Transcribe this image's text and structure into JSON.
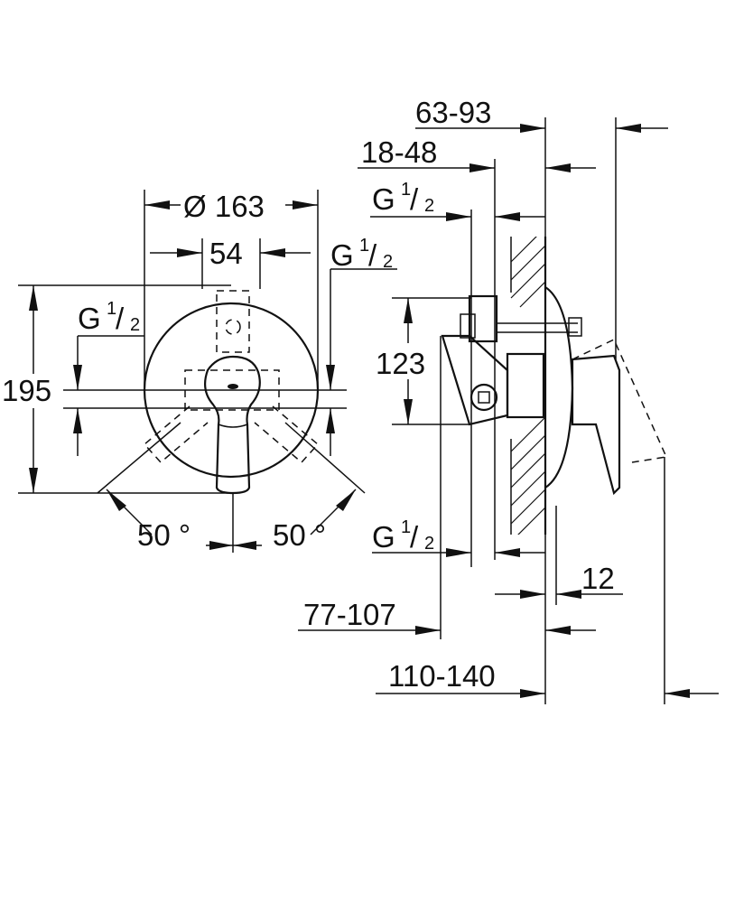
{
  "dimensions": {
    "diameter": "Ø 163",
    "width_54": "54",
    "height_195": "195",
    "thread_label": "G",
    "thread_num": "1",
    "thread_den": "2",
    "angle_left": "50 °",
    "angle_right": "50 °",
    "depth_63_93": "63-93",
    "depth_18_48": "18-48",
    "height_123": "123",
    "cover_12": "12",
    "depth_77_107": "77-107",
    "depth_110_140": "110-140"
  }
}
